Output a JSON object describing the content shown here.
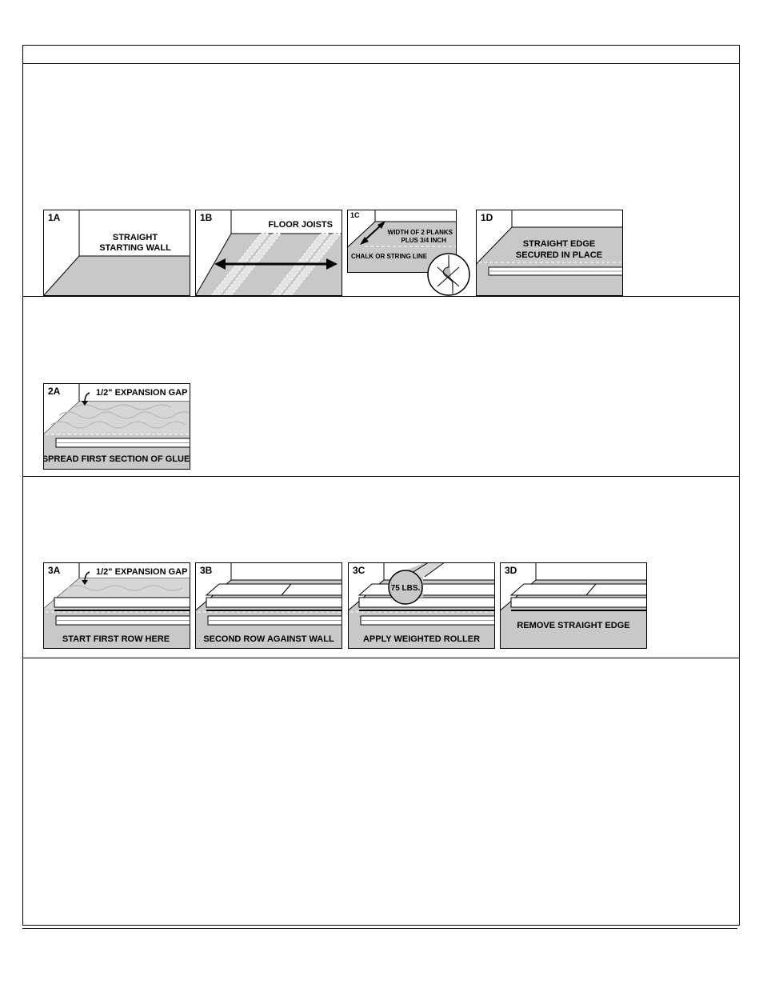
{
  "section1": {
    "panels": [
      {
        "id": "1A",
        "text_line1": "STRAIGHT",
        "text_line2": "STARTING WALL"
      },
      {
        "id": "1B",
        "text": "FLOOR JOISTS"
      },
      {
        "id": "1C",
        "text_line1": "WIDTH OF 2 PLANKS",
        "text_line2": "PLUS 3/4  INCH",
        "text_line3": "CHALK OR STRING LINE"
      },
      {
        "id": "1D",
        "text_line1": "STRAIGHT EDGE",
        "text_line2": "SECURED IN PLACE"
      }
    ]
  },
  "section2": {
    "panels": [
      {
        "id": "2A",
        "gap": "1/2\" EXPANSION GAP",
        "caption": "SPREAD FIRST SECTION OF GLUE"
      }
    ]
  },
  "section3": {
    "panels": [
      {
        "id": "3A",
        "gap": "1/2\" EXPANSION GAP",
        "caption": "START FIRST ROW HERE"
      },
      {
        "id": "3B",
        "caption": "SECOND ROW AGAINST WALL"
      },
      {
        "id": "3C",
        "weight": "75 LBS.",
        "caption": "APPLY WEIGHTED ROLLER"
      },
      {
        "id": "3D",
        "caption": "REMOVE STRAIGHT EDGE"
      }
    ]
  }
}
